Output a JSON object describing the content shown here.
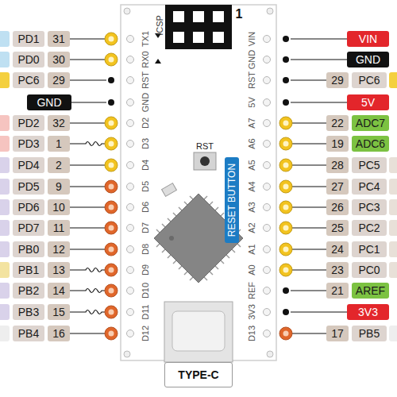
{
  "diagram": {
    "nodes": [
      {
        "text": [
          "PD1"
        ]
      },
      {
        "text": [
          "31"
        ]
      },
      {
        "text": [
          "VIN"
        ]
      },
      {
        "text": [
          "PD0"
        ]
      },
      {
        "text": [
          "30"
        ]
      },
      {
        "text": [
          "GND"
        ]
      },
      {
        "text": [
          "PC6"
        ]
      },
      {
        "text": [
          "29"
        ]
      },
      {
        "text": [
          "29"
        ]
      },
      {
        "text": [
          "PC6"
        ]
      },
      {
        "text": [
          "GND"
        ]
      },
      {
        "text": [
          "5V"
        ]
      },
      {
        "text": [
          "PD2"
        ]
      },
      {
        "text": [
          "32"
        ]
      },
      {
        "text": [
          "22"
        ]
      },
      {
        "text": [
          "ADC7"
        ]
      },
      {
        "text": [
          "PD3"
        ]
      },
      {
        "text": [
          "1"
        ]
      },
      {
        "text": [
          "19"
        ]
      },
      {
        "text": [
          "ADC6"
        ]
      },
      {
        "text": [
          "PD4"
        ]
      },
      {
        "text": [
          "2"
        ]
      },
      {
        "text": [
          "28"
        ]
      },
      {
        "text": [
          "PC5"
        ]
      },
      {
        "text": [
          "PD5"
        ]
      },
      {
        "text": [
          "9"
        ]
      },
      {
        "text": [
          "27"
        ]
      },
      {
        "text": [
          "PC4"
        ]
      },
      {
        "text": [
          "PD6"
        ]
      },
      {
        "text": [
          "10"
        ]
      },
      {
        "text": [
          "26"
        ]
      },
      {
        "text": [
          "PC3"
        ]
      },
      {
        "text": [
          "PD7"
        ]
      },
      {
        "text": [
          "11"
        ]
      },
      {
        "text": [
          "25"
        ]
      },
      {
        "text": [
          "PC2"
        ]
      },
      {
        "text": [
          "PB0"
        ]
      },
      {
        "text": [
          "12"
        ]
      },
      {
        "text": [
          "24"
        ]
      },
      {
        "text": [
          "PC1"
        ]
      },
      {
        "text": [
          "PB1"
        ]
      },
      {
        "text": [
          "13"
        ]
      },
      {
        "text": [
          "23"
        ]
      },
      {
        "text": [
          "PC0"
        ]
      },
      {
        "text": [
          "PB2"
        ]
      },
      {
        "text": [
          "14"
        ]
      },
      {
        "text": [
          "21"
        ]
      },
      {
        "text": [
          "AREF"
        ]
      },
      {
        "text": [
          "PB3"
        ]
      },
      {
        "text": [
          "15"
        ]
      },
      {
        "text": [
          "3V3"
        ]
      },
      {
        "text": [
          "PB4"
        ]
      },
      {
        "text": [
          "16"
        ]
      },
      {
        "text": [
          "17"
        ]
      },
      {
        "text": [
          "PB5"
        ]
      },
      {
        "text": [
          "RESET BUTTON"
        ]
      },
      {
        "text": [
          "TYPE-C"
        ]
      }
    ],
    "labels": [
      "ICSP",
      "1",
      "TX1",
      "RX0",
      "RST",
      "GND",
      "D2",
      "D3",
      "D4",
      "D5",
      "D6",
      "D7",
      "D8",
      "D9",
      "D10",
      "D11",
      "D12",
      "VIN",
      "GND",
      "RST",
      "5V",
      "A7",
      "A6",
      "A5",
      "A4",
      "A3",
      "A2",
      "A1",
      "A0",
      "REF",
      "3V3",
      "D13",
      "RST"
    ]
  }
}
